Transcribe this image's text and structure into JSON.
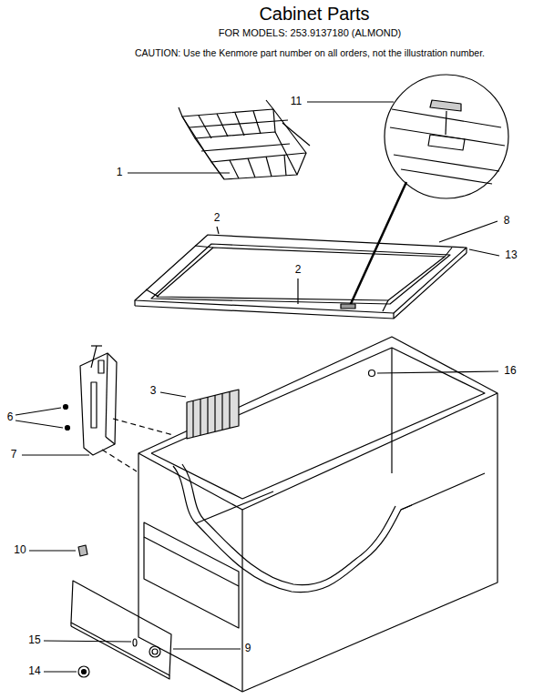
{
  "diagram": {
    "title": "Cabinet Parts",
    "labels": [
      "FOR MODELS: 253.9137180 (ALMOND)",
      "CAUTION: Use the Kenmore part number on all orders, not the illustration number.",
      "11",
      "1",
      "2",
      "8",
      "13",
      "2",
      "16",
      "3",
      "6",
      "7",
      "10",
      "15",
      "14",
      "9"
    ]
  }
}
